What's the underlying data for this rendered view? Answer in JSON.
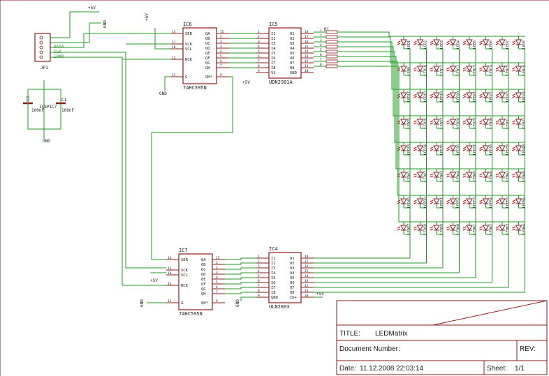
{
  "colors": {
    "frame": "#8b1a1a",
    "wire": "#1f9a1f",
    "label": "#1a1a1a",
    "net_label": "#1f9a1f",
    "led_body": "#8b1a1a",
    "led_arrow": "#d40000"
  },
  "supply": {
    "vcc": "+5V",
    "gnd": "GND"
  },
  "connector": {
    "name": "JP1",
    "pins": [
      "DATA",
      "CLK",
      "LOAD"
    ]
  },
  "caps": {
    "c1": {
      "name": "C1",
      "value": "100nF"
    },
    "c2": {
      "name": "C2",
      "value": "100nF"
    },
    "label": "ICSPIC7"
  },
  "ic6": {
    "name": "IC6",
    "part": "74HC595N",
    "left_pins": [
      "SER",
      "SCK",
      "SCL",
      "RCK",
      "G"
    ],
    "left_nums": [
      "14",
      "11",
      "10",
      "12",
      "13"
    ],
    "right_pins": [
      "QA",
      "QB",
      "QC",
      "QD",
      "QE",
      "QF",
      "QG",
      "QH",
      "QH*"
    ],
    "right_nums": [
      "15",
      "1",
      "2",
      "3",
      "4",
      "5",
      "6",
      "7",
      "9"
    ]
  },
  "ic7": {
    "name": "IC7",
    "part": "74HC595N",
    "left_pins": [
      "SER",
      "SCK",
      "SCL",
      "RCK",
      "G"
    ],
    "left_nums": [
      "14",
      "11",
      "10",
      "12",
      "13"
    ],
    "right_pins": [
      "QA",
      "QB",
      "QC",
      "QD",
      "QE",
      "QF",
      "QG",
      "QH",
      "QH*"
    ],
    "right_nums": [
      "15",
      "1",
      "2",
      "3",
      "4",
      "5",
      "6",
      "7",
      "9"
    ]
  },
  "ic5": {
    "name": "IC5",
    "part": "UDN2981A",
    "left_pins": [
      "I1",
      "I2",
      "I3",
      "I4",
      "I5",
      "I6",
      "I7",
      "I8",
      "VS"
    ],
    "left_nums": [
      "1",
      "2",
      "3",
      "4",
      "5",
      "6",
      "7",
      "8",
      "9"
    ],
    "right_pins": [
      "O1",
      "O2",
      "O3",
      "O4",
      "O5",
      "O6",
      "O7",
      "O8",
      "GND"
    ],
    "right_nums": [
      "18",
      "17",
      "16",
      "15",
      "14",
      "13",
      "12",
      "11",
      "10"
    ]
  },
  "ic4": {
    "name": "IC4",
    "part": "ULN2803",
    "left_pins": [
      "I1",
      "I2",
      "I3",
      "I4",
      "I5",
      "I6",
      "I7",
      "I8",
      "GND"
    ],
    "left_nums": [
      "1",
      "2",
      "3",
      "4",
      "5",
      "6",
      "7",
      "8",
      "9"
    ],
    "right_pins": [
      "O1",
      "O2",
      "O3",
      "O4",
      "O5",
      "O6",
      "O7",
      "O8",
      "CD+"
    ],
    "right_nums": [
      "18",
      "17",
      "16",
      "15",
      "14",
      "13",
      "12",
      "11",
      "10"
    ]
  },
  "resistor_array": {
    "name": "R1",
    "pins": [
      "1",
      "2",
      "3",
      "4",
      "5",
      "6",
      "7",
      "8"
    ]
  },
  "led_matrix": {
    "rows": 8,
    "cols": 8,
    "labels": [
      [
        "LED1",
        "LED2",
        "LED3",
        "LED4",
        "LED5",
        "LED6",
        "LED7",
        "LED8"
      ],
      [
        "LED9",
        "LED10",
        "LED11",
        "LED12",
        "LED13",
        "LED14",
        "LED15",
        "LED16"
      ],
      [
        "LED17",
        "LED18",
        "LED19",
        "LED20",
        "LED21",
        "LED22",
        "LED23",
        "LED24"
      ],
      [
        "LED25",
        "LED26",
        "LED27",
        "LED28",
        "LED29",
        "LED30",
        "LED31",
        "LED32"
      ],
      [
        "LED33",
        "LED34",
        "LED35",
        "LED36",
        "LED37",
        "LED38",
        "LED39",
        "LED40"
      ],
      [
        "LED41",
        "LED42",
        "LED43",
        "LED44",
        "LED45",
        "LED46",
        "LED47",
        "LED48"
      ],
      [
        "LED49",
        "LED50",
        "LED51",
        "LED52",
        "LED53",
        "LED54",
        "LED55",
        "LED56"
      ],
      [
        "LED57",
        "LED58",
        "LED59",
        "LED60",
        "LED61",
        "LED62",
        "LED63",
        "LED64"
      ]
    ]
  },
  "title_block": {
    "title_label": "TITLE:",
    "title_value": "LEDMatrix",
    "doc_label": "Document Number:",
    "rev_label": "REV:",
    "date_label": "Date:",
    "date_value": "11.12.2008 22:03:14",
    "sheet_label": "Sheet:",
    "sheet_value": "1/1"
  }
}
